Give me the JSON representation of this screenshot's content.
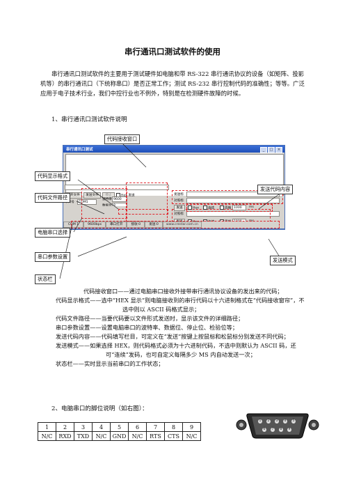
{
  "title": "串行通讯口测试软件的使用",
  "intro": "串行通讯口测试软件的主要用于测试硬件如电脑和带 RS-322 串行通讯协议的设备（如矩阵、投影机等）的串行通讯口（下统称串口）是否正常工作；测试 RS-232 串行控制代码的准确性；等等。广泛应用于电子技术行业，我们中控行业也不例外，特别是在检测硬件故障的时候。",
  "section1": "1、串行通讯口测试软件说明",
  "section2": "2、电脑串口的脚位说明（如右图）：",
  "window": {
    "title": "串行通讯口测试",
    "hex_display": "Hex 显示",
    "clear_button": "清空窗口",
    "file_label": "文件名",
    "open_file": "打开文件",
    "send_file": "发送文件",
    "stop": "停止",
    "hex_send_check": "Hex 发送",
    "port_label": "串口号",
    "port_value": "COM1",
    "open_port": "打开串口",
    "close_port": "关闭串口",
    "baud_label": "波特率",
    "baud_value": "9600",
    "data_label": "数据位",
    "data_value": "8",
    "stop_label": "停止位",
    "stop_value": "1",
    "parity_label": "校验位",
    "parity_value": "None",
    "send_mark": "发送标",
    "recv_mark": "对照标",
    "send_button": "发送",
    "hex_small": "Hex",
    "continuous": "连续",
    "period": "周期",
    "period_value": "1000",
    "ms": "ms",
    "status_com": "COM 1",
    "status_baud": "9600bps",
    "status_open": "串口打开",
    "status_recv": "接收:0",
    "status_send": "发送:0",
    "status_url": "www.crestar.com.cn"
  },
  "callouts": {
    "recv_window": "代码接收窗口",
    "hex_format": "代码显示格式",
    "file_path": "代码文件路径",
    "port_select": "电脑串口选择",
    "port_params": "串口参数设置",
    "status_bar": "状态栏",
    "send_content": "发送代码内容",
    "send_mode": "发送模式"
  },
  "descriptions": [
    "代码接收窗口——通过电脑串口接收外接带串行通讯协议设备的发出来的代码；",
    "代码显示格式——选中“HEX 显示”则电脑接收到的串行代码以十六进制格式在“代码接收窗帘”，不选中则以 ASCII 码格式显示；",
    "代码文件路径——当要代码要以文件形式发送时，显示该文件的详细路径；",
    "串口参数设置——设置电脑串口的波特率、数据位、停止位、检验位等；",
    "发送代码内容——代码填写栏目，可定义在“发送”按键上按鼠标和松鼠标分别发送不同代码；",
    "发送模式——如果选择 HEX，则代码格式必须为十六进制代码，不选中则默认为 ASCII 码，还可“连续”发码，也可自定义每隔多少 MS 内自动发送一次；",
    "状态栏——实时显示当前串口的工作状态；"
  ],
  "pin_table": {
    "numbers": [
      "1",
      "2",
      "3",
      "4",
      "5",
      "6",
      "7",
      "8",
      "9"
    ],
    "signals": [
      "N/C",
      "RXD",
      "TXD",
      "N/C",
      "GND",
      "N/C",
      "RTS",
      "CTS",
      "N/C"
    ]
  },
  "connector": {
    "top_pins": [
      "1",
      "2",
      "3",
      "4",
      "5"
    ],
    "bottom_pins": [
      "6",
      "7",
      "8",
      "9"
    ]
  }
}
